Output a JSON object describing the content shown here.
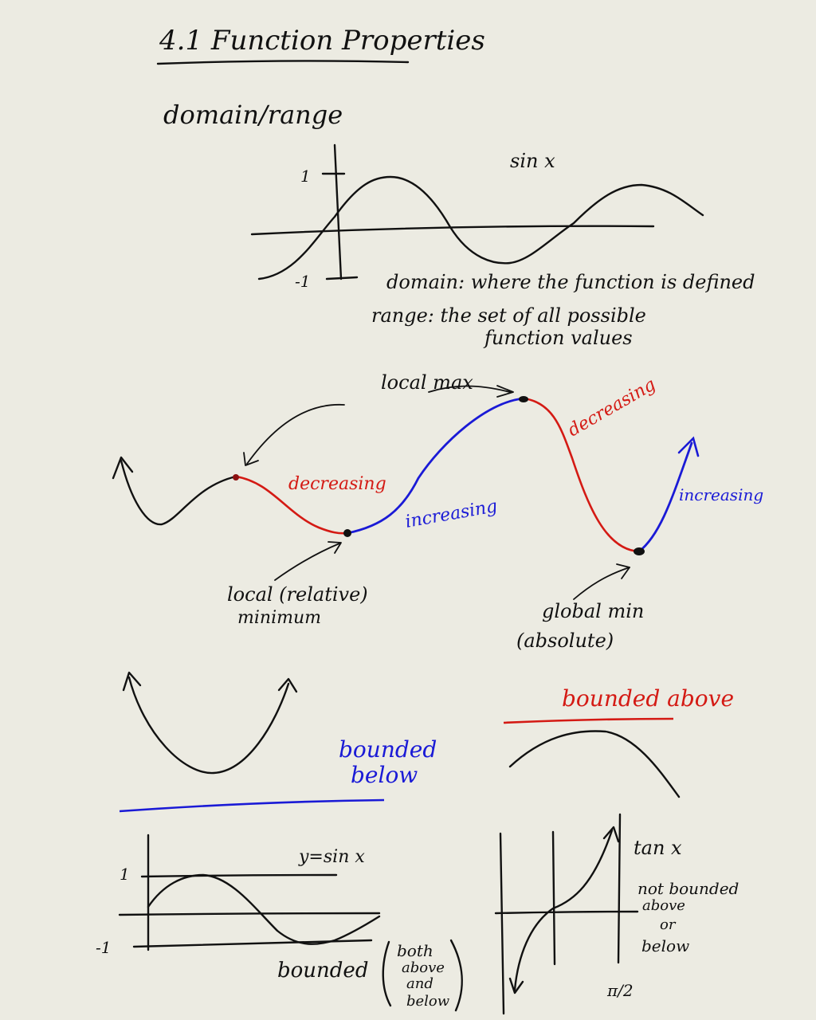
{
  "colors": {
    "ink": "#111111",
    "red": "#d41a14",
    "blue": "#1a1ad6",
    "paper": "#ecebe2"
  },
  "title": "4.1 Function Properties",
  "section_domain_range": {
    "heading": "domain/range",
    "graph_label": "sin x",
    "y_tick_top": "1",
    "y_tick_bottom": "-1",
    "domain_def": "domain: where the function is defined",
    "range_def_line1": "range: the set of all possible",
    "range_def_line2": "function values"
  },
  "section_extrema": {
    "local_max": "local max",
    "decreasing_1": "decreasing",
    "increasing_1": "increasing",
    "decreasing_2": "decreasing",
    "increasing_2": "increasing",
    "local_min_line1": "local (relative)",
    "local_min_line2": "minimum",
    "global_min_line1": "global min",
    "global_min_line2": "(absolute)"
  },
  "section_bounded": {
    "bounded_below_line1": "bounded",
    "bounded_below_line2": "below",
    "bounded_above": "bounded above",
    "sin_label": "y=sin x",
    "tick_top": "1",
    "tick_bottom": "-1",
    "bounded_word": "bounded",
    "both_line1": "both",
    "both_line2": "above",
    "both_line3": "and",
    "both_line4": "below",
    "tan_label": "tan x",
    "not_bounded_line1": "not bounded",
    "not_bounded_line2": "above",
    "not_bounded_line3": "or",
    "not_bounded_line4": "below",
    "pi_half": "π/2"
  }
}
